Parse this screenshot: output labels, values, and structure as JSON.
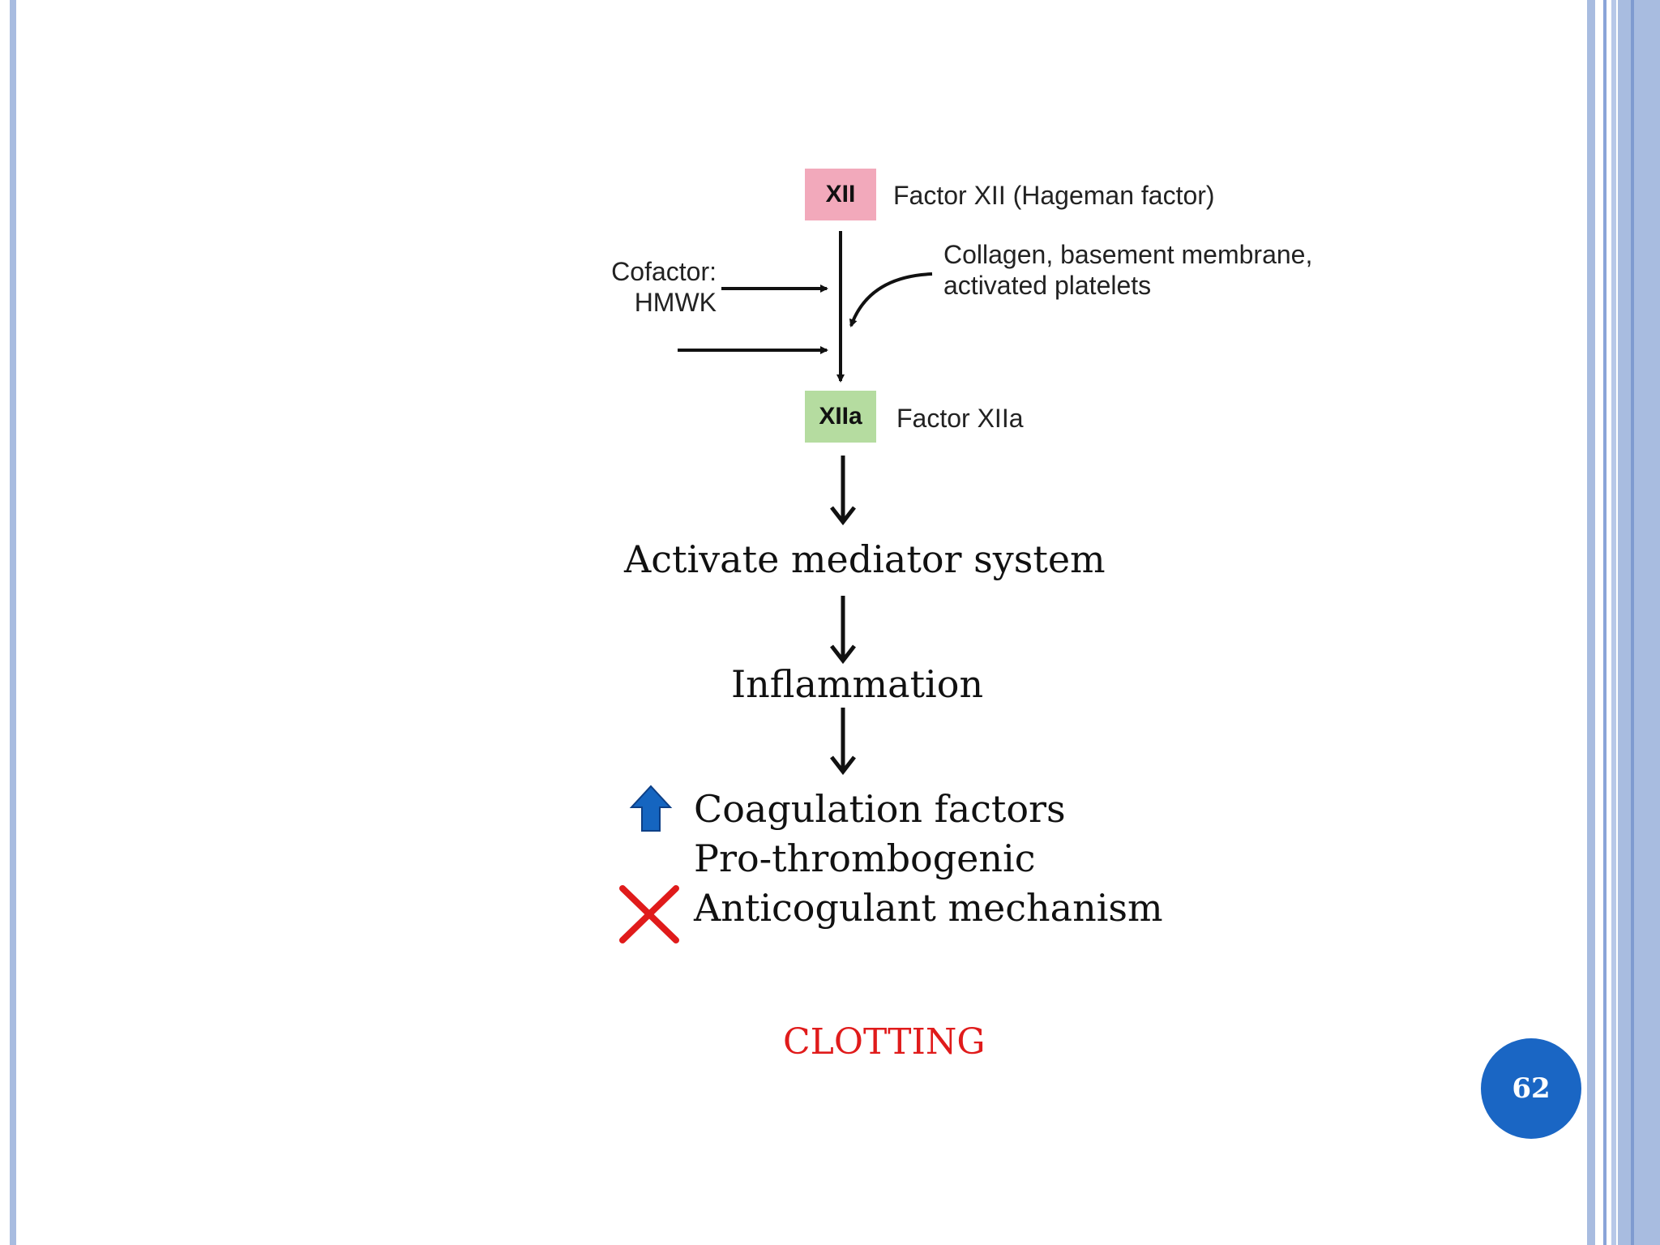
{
  "colors": {
    "frame": "#a8bce0",
    "frame_dark": "#7f9bd0",
    "box_xii": "#f2a9bb",
    "box_xiia": "#b5dca0",
    "up_arrow": "#1565c0",
    "cross": "#e01b1b",
    "clotting": "#e01b1b",
    "page_circle": "#1a66c4"
  },
  "diagram": {
    "box_xii": "XII",
    "label_xii": "Factor XII (Hageman factor)",
    "box_xiia": "XIIa",
    "label_xiia": "Factor XIIa",
    "cofactor_line1": "Cofactor:",
    "cofactor_line2": "HMWK",
    "surface_line1": "Collagen, basement membrane,",
    "surface_line2": "activated platelets"
  },
  "flow": {
    "step1": "Activate mediator system",
    "step2": "Inflammation",
    "effect1": "Coagulation factors",
    "effect2": "Pro-thrombogenic",
    "effect3": "Anticogulant mechanism",
    "result": "CLOTTING"
  },
  "icons": {
    "increase": "up-arrow-icon",
    "decrease": "cross-icon"
  },
  "page_number": "62"
}
